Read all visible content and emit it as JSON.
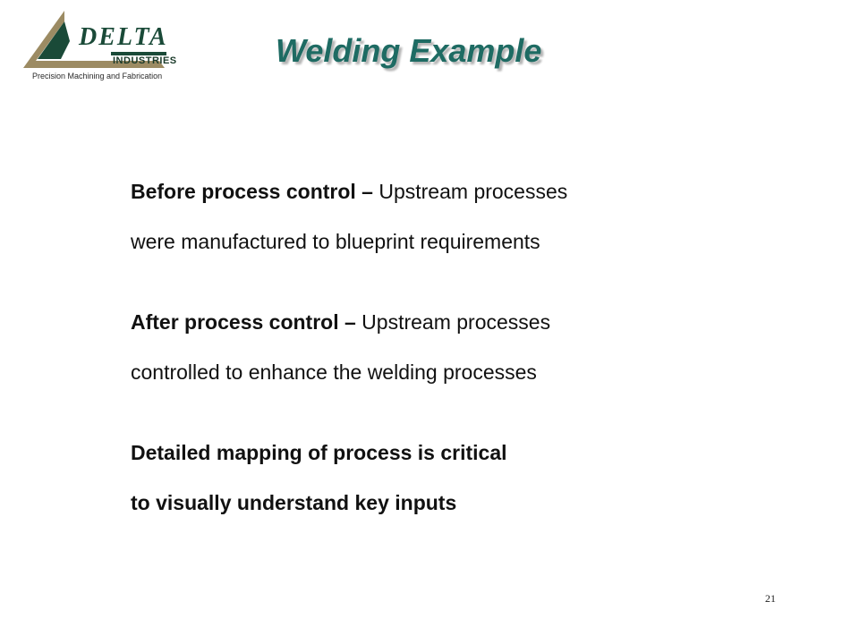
{
  "logo": {
    "wordmark": "DELTA",
    "subtitle": "INDUSTRIES",
    "tagline": "Precision Machining and Fabrication",
    "color_outer": "#9c8b63",
    "color_inner": "#1a4a38"
  },
  "slide": {
    "title": "Welding Example",
    "title_color": "#1e6b63",
    "paragraphs": [
      {
        "lead": "Before process control –",
        "line1_rest": " Upstream processes",
        "line2": "were manufactured to blueprint requirements"
      },
      {
        "lead": "After process control –",
        "line1_rest": " Upstream processes",
        "line2": "controlled to enhance the welding processes"
      },
      {
        "line1": "Detailed mapping of process is critical",
        "line2": "to visually understand key inputs"
      }
    ],
    "page_number": "21"
  }
}
